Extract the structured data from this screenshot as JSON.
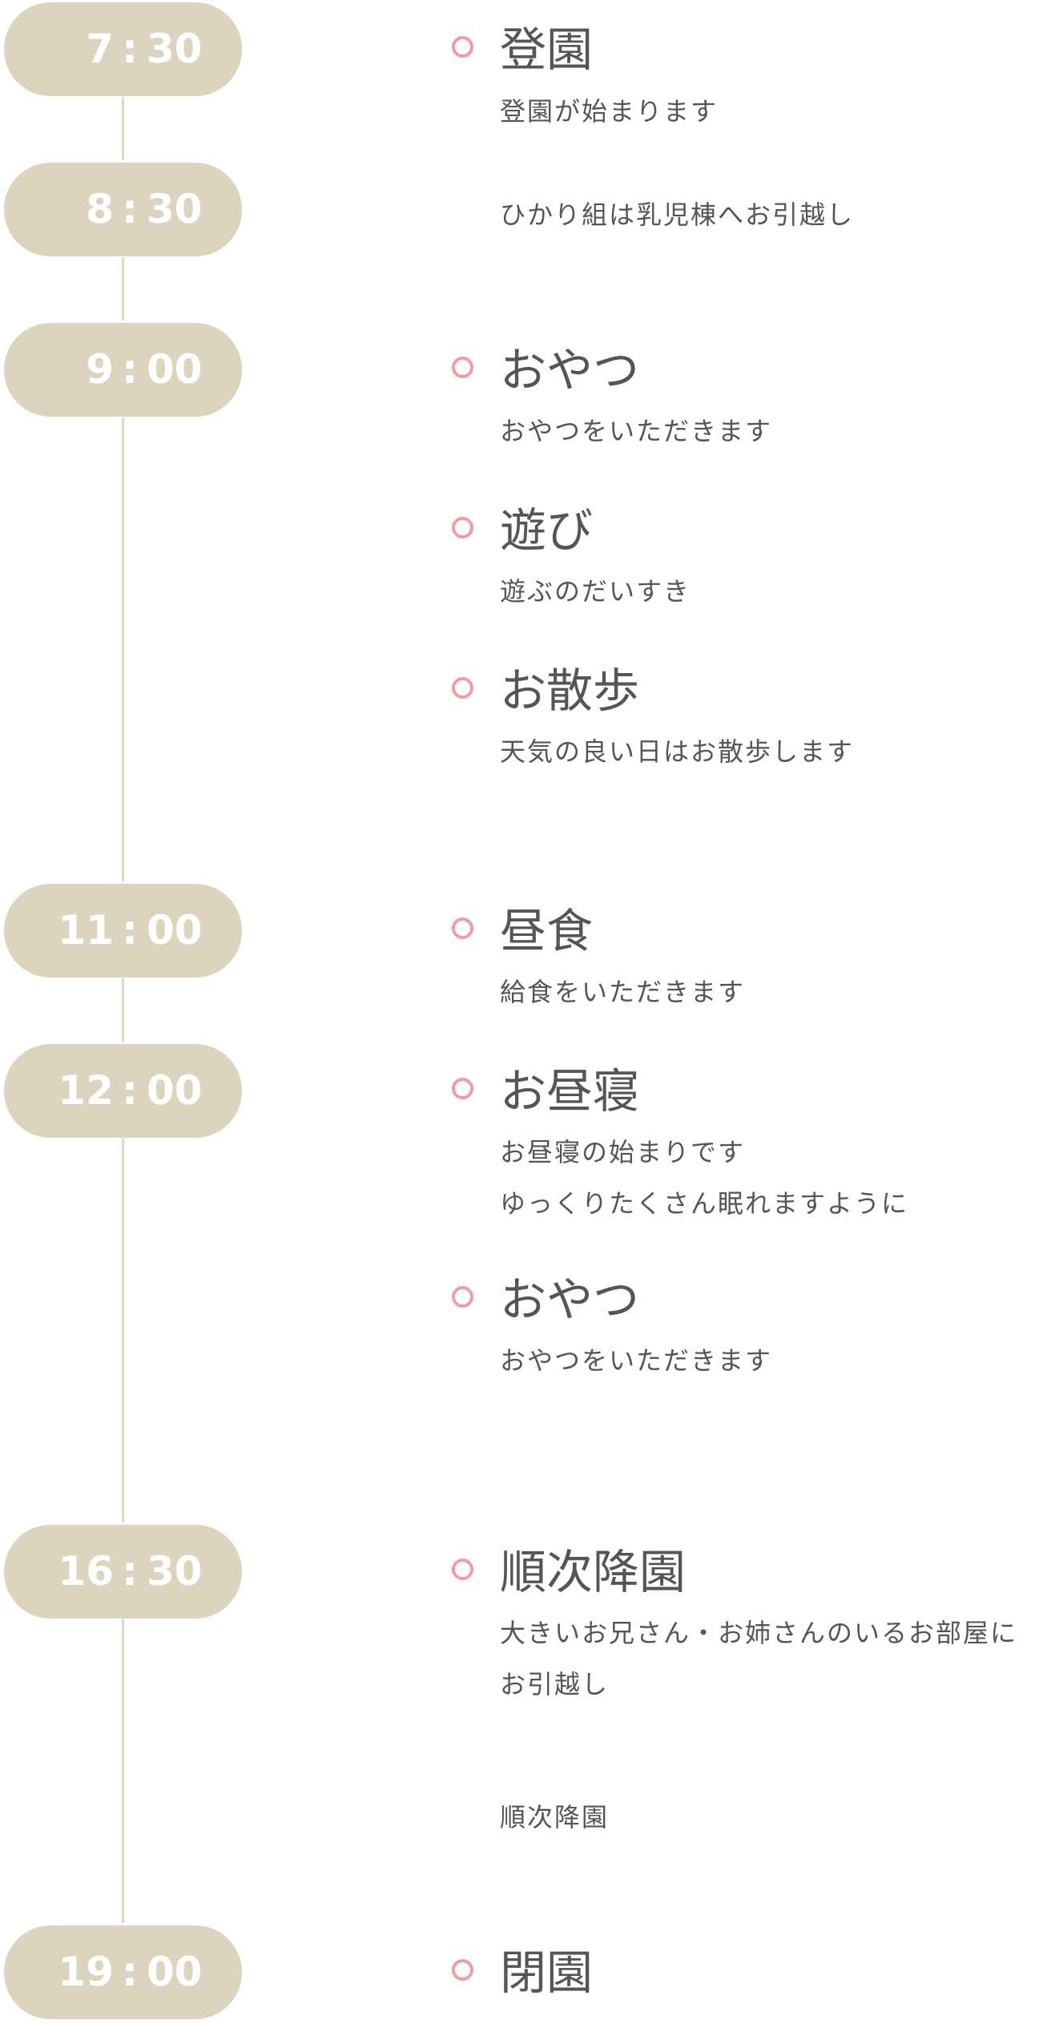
{
  "schedule": [
    {
      "hour": "7",
      "minute": "30",
      "entries": [
        {
          "title": "登園",
          "desc": [
            "登園が始まります"
          ]
        }
      ]
    },
    {
      "hour": "8",
      "minute": "30",
      "entries": [
        {
          "title": "",
          "desc": [
            "ひかり組は乳児棟へお引越し"
          ]
        }
      ]
    },
    {
      "hour": "9",
      "minute": "00",
      "entries": [
        {
          "title": "おやつ",
          "desc": [
            "おやつをいただきます"
          ]
        },
        {
          "title": "遊び",
          "desc": [
            "遊ぶのだいすき"
          ]
        },
        {
          "title": "お散歩",
          "desc": [
            "天気の良い日はお散歩します"
          ]
        }
      ]
    },
    {
      "hour": "11",
      "minute": "00",
      "entries": [
        {
          "title": "昼食",
          "desc": [
            "給食をいただきます"
          ]
        }
      ]
    },
    {
      "hour": "12",
      "minute": "00",
      "entries": [
        {
          "title": "お昼寝",
          "desc": [
            "お昼寝の始まりです",
            "ゆっくりたくさん眠れますように"
          ]
        },
        {
          "title": "おやつ",
          "desc": [
            "おやつをいただきます"
          ]
        }
      ]
    },
    {
      "hour": "16",
      "minute": "30",
      "entries": [
        {
          "title": "順次降園",
          "desc": [
            "大きいお兄さん・お姉さんのいるお部屋に",
            "お引越し"
          ]
        },
        {
          "title": "",
          "desc": [
            "順次降園"
          ]
        }
      ]
    },
    {
      "hour": "19",
      "minute": "00",
      "entries": [
        {
          "title": "閉園",
          "desc": []
        }
      ]
    }
  ],
  "colors": {
    "pill": "#ddd4c0",
    "line": "#e3d6c8",
    "circle": "#f39aa3",
    "text": "#555555"
  }
}
